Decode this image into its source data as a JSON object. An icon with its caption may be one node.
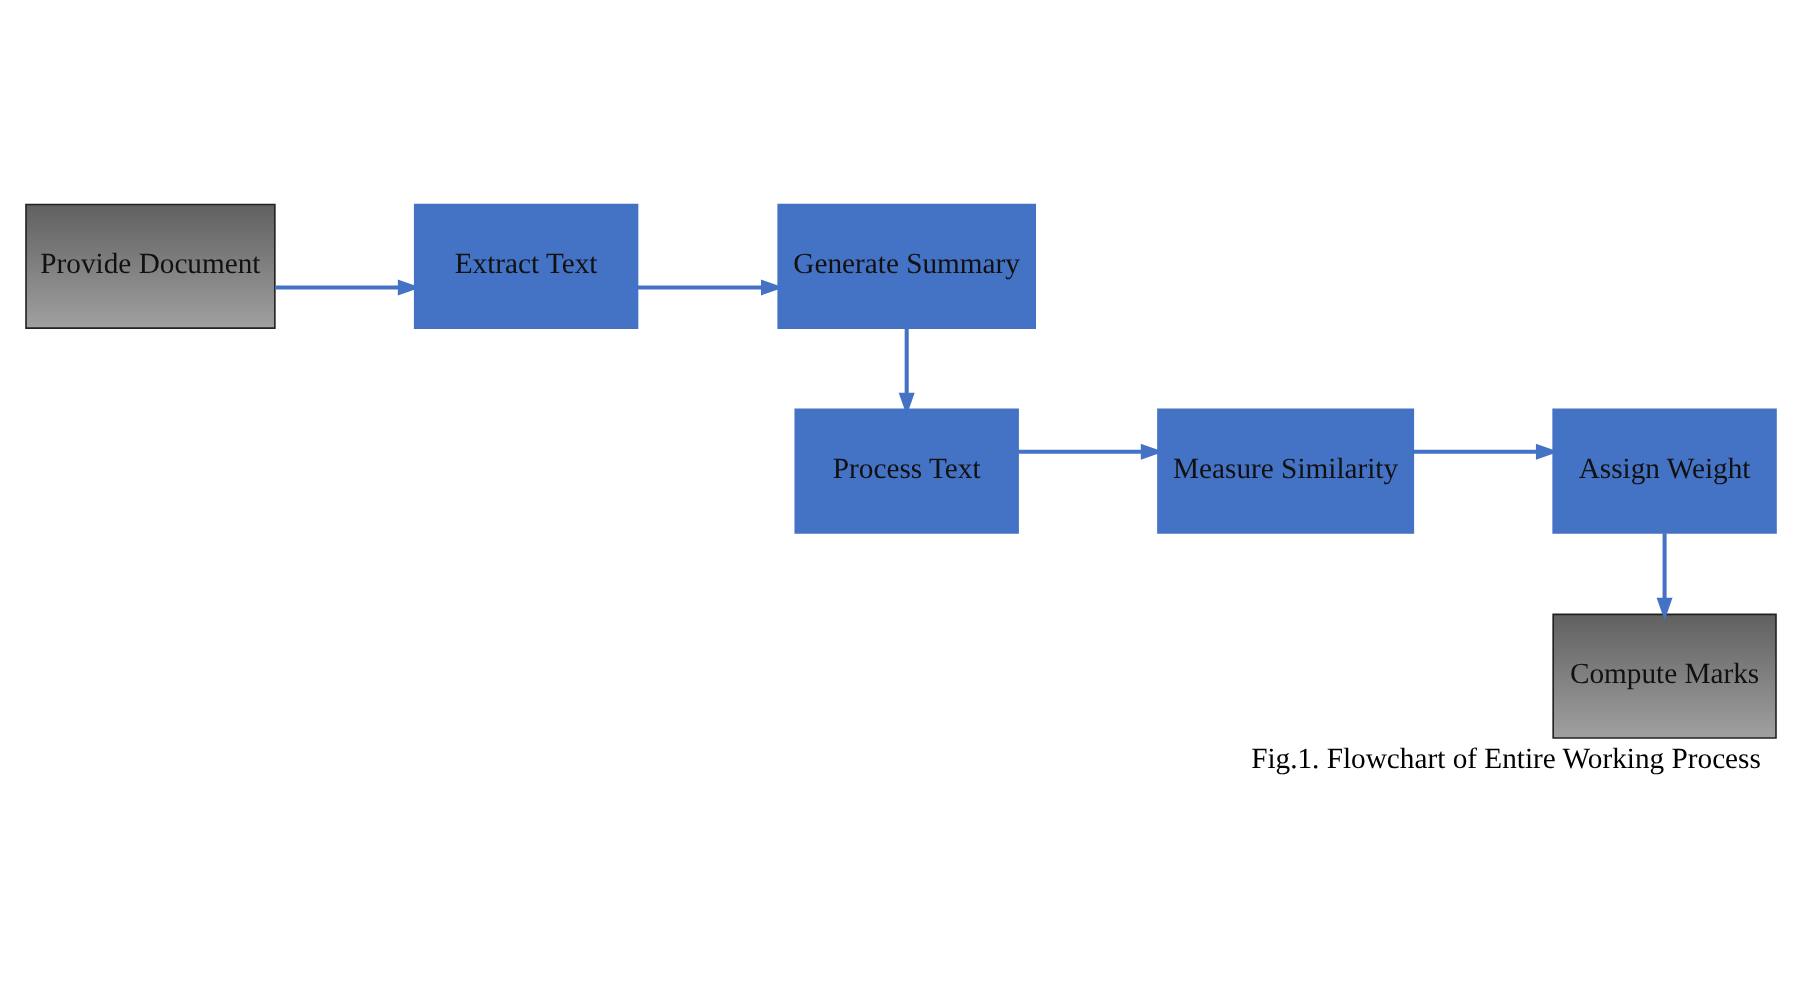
{
  "diagram": {
    "caption": "Fig.1. Flowchart of Entire Working Process",
    "nodes": [
      {
        "text": [
          "Provide Document"
        ]
      },
      {
        "text": [
          "Extract Text"
        ]
      },
      {
        "text": [
          "Generate Summary"
        ]
      },
      {
        "text": [
          "Process Text"
        ]
      },
      {
        "text": [
          "Measure Similarity"
        ]
      },
      {
        "text": [
          "Assign Weight"
        ]
      },
      {
        "text": [
          "Compute Marks"
        ]
      }
    ],
    "edges": [
      {
        "from": 0,
        "to": 1,
        "arrow": "to"
      },
      {
        "from": 1,
        "to": 2,
        "arrow": "to"
      },
      {
        "from": 2,
        "to": 3,
        "arrow": "to"
      },
      {
        "from": 3,
        "to": 4,
        "arrow": "to"
      },
      {
        "from": 4,
        "to": 5,
        "arrow": "to"
      },
      {
        "from": 5,
        "to": 6,
        "arrow": "to"
      }
    ]
  }
}
